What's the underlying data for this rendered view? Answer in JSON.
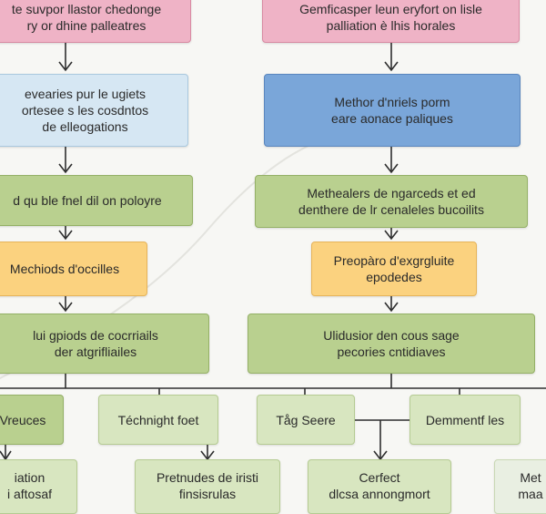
{
  "diagram": {
    "left_column": {
      "top_box": {
        "lines": [
          "te suvpor llastor chedonge",
          "ry or dhine palleatres"
        ]
      },
      "box_2": {
        "lines": [
          "evearies pur le ugiets",
          "ortesee s les cosdntos",
          "de elleogations"
        ]
      },
      "box_3": {
        "lines": [
          "d qu ble fnel dil on poloyre"
        ]
      },
      "box_4": {
        "lines": [
          "Mechiods d'occilles"
        ]
      },
      "box_5": {
        "lines": [
          "lui gpiods de cocrriails",
          "der atgrifliailes"
        ]
      }
    },
    "right_column": {
      "top_box": {
        "lines": [
          "Gemficasper leun eryfort on lisle",
          "palliation è lhis horales"
        ]
      },
      "box_2": {
        "lines": [
          "Methor d'nriels porm",
          "eare aonace paliques"
        ]
      },
      "box_3": {
        "lines": [
          "Methealers de ngarceds et ed",
          "denthere de lr cenaleles bucoilits"
        ]
      },
      "box_4": {
        "lines": [
          "Preopàro d'exgrgluite",
          "epodedes"
        ]
      },
      "box_5": {
        "lines": [
          "Ulidusior den cous sage",
          "pecories cntidiaves"
        ]
      }
    },
    "bottom_row": {
      "item_1": {
        "label": "Vreuces"
      },
      "item_2": {
        "label": "Téchnight foet"
      },
      "item_3": {
        "label": "Tåg Seere"
      },
      "item_4": {
        "label": "Demmentf les"
      }
    },
    "leaf_row": {
      "leaf_1": {
        "lines": [
          "iation",
          "i aftosaf"
        ]
      },
      "leaf_2": {
        "lines": [
          "Pretnudes de iristi",
          "finsisrulas"
        ]
      },
      "leaf_3": {
        "lines": [
          "Cerfect",
          "dlcsa annongmort"
        ]
      },
      "leaf_4": {
        "lines": [
          "Met",
          "maa"
        ]
      }
    }
  }
}
